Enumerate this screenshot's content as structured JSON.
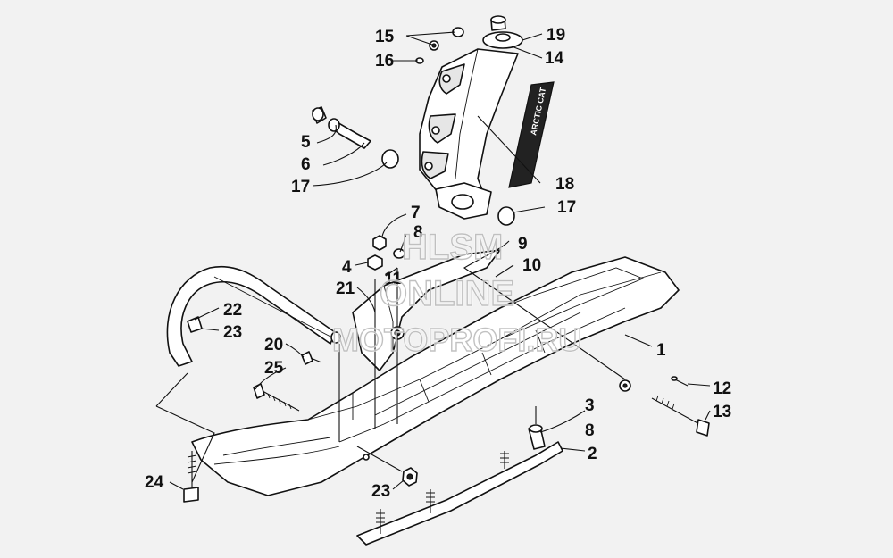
{
  "labels": {
    "l1": "1",
    "l2": "2",
    "l3": "3",
    "l4": "4",
    "l5": "5",
    "l6": "6",
    "l7": "7",
    "l8a": "8",
    "l8b": "8",
    "l9": "9",
    "l10": "10",
    "l11": "11",
    "l12": "12",
    "l13": "13",
    "l14": "14",
    "l15": "15",
    "l16": "16",
    "l17a": "17",
    "l17b": "17",
    "l18": "18",
    "l19": "19",
    "l20": "20",
    "l21": "21",
    "l22": "22",
    "l23a": "23",
    "l23b": "23",
    "l24": "24",
    "l25": "25"
  },
  "watermark": {
    "line1": "HLSM",
    "line2": "ONLINE",
    "line3": "MOTOPROFI.RU"
  },
  "decal_text": "ARCTIC CAT",
  "colors": {
    "ink": "#111111",
    "paper": "#f2f2f2"
  }
}
